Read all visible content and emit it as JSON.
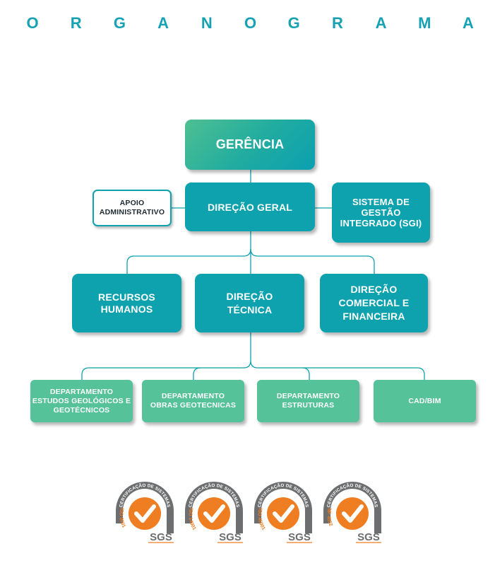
{
  "title": "ORGANOGRAMA",
  "colors": {
    "teal": "#0ea2ae",
    "green": "#55c29a",
    "title": "#17a2b3",
    "seal_orange": "#ef7d22",
    "seal_gray": "#6d6e70"
  },
  "nodes": {
    "gerencia": "GERÊNCIA",
    "apoio": "APOIO\nADMINISTRATIVO",
    "direcao_geral": "DIREÇÃO GERAL",
    "sgi": "SISTEMA DE\nGESTÃO\nINTEGRADO (SGI)",
    "recursos_humanos": "RECURSOS\nHUMANOS",
    "direcao_tecnica": "DIREÇÃO\nTÉCNICA",
    "direcao_comercial": "DIREÇÃO\nCOMERCIAL E\nFINANCEIRA",
    "dep_geo": "DEPARTAMENTO\nESTUDOS GEOLÓGICOS E\nGEOTÉCNICOS",
    "dep_obras": "DEPARTAMENTO\nOBRAS GEOTECNICAS",
    "dep_estruturas": "DEPARTAMENTO\nESTRUTURAS",
    "cad_bim": "CAD/BIM"
  },
  "seals": [
    {
      "arc_text": "CERTIFICAÇÃO DE SISTEMAS",
      "standard": "ISO 9001",
      "brand": "SGS"
    },
    {
      "arc_text": "CERTIFICAÇÃO DE SISTEMAS",
      "standard": "ISO 14001",
      "brand": "SGS"
    },
    {
      "arc_text": "CERTIFICAÇÃO DE SISTEMAS",
      "standard": "ISO 45001",
      "brand": "SGS"
    },
    {
      "arc_text": "CERTIFICAÇÃO DE SISTEMAS",
      "standard": "NP 4552",
      "brand": "SGS"
    }
  ]
}
